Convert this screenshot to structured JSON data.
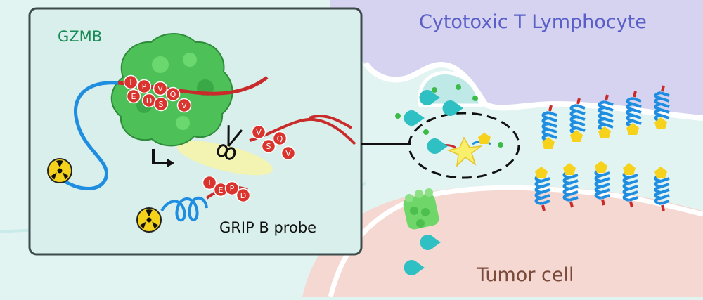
{
  "labels": {
    "ctl": "Cytotoxic T Lymphocyte",
    "tumor": "Tumor cell",
    "enzyme": "GZMB",
    "probe": "GRIP B probe"
  },
  "peptide": {
    "bound": [
      "I",
      "E",
      "P",
      "D",
      "V",
      "Q",
      "S",
      "V"
    ],
    "cleaved_left": [
      "I",
      "E",
      "P",
      "D"
    ],
    "cleaved_right": [
      "V",
      "S",
      "Q",
      "V"
    ]
  },
  "colors": {
    "ctl_cell": "#d9d6f2",
    "tumor_cell": "#f6d9d2",
    "inset_bg": "#d8efec",
    "enzyme": "#4fc35a",
    "peptide_circle": "#d9342e",
    "linker": "#1f8ee0",
    "radiolabel": "#f4d21b",
    "pentagon": "#f6d21d",
    "teal_molecule": "#2fc0c4"
  },
  "icons": [
    "radioactive-icon",
    "scissors-icon",
    "arrow-icon"
  ]
}
